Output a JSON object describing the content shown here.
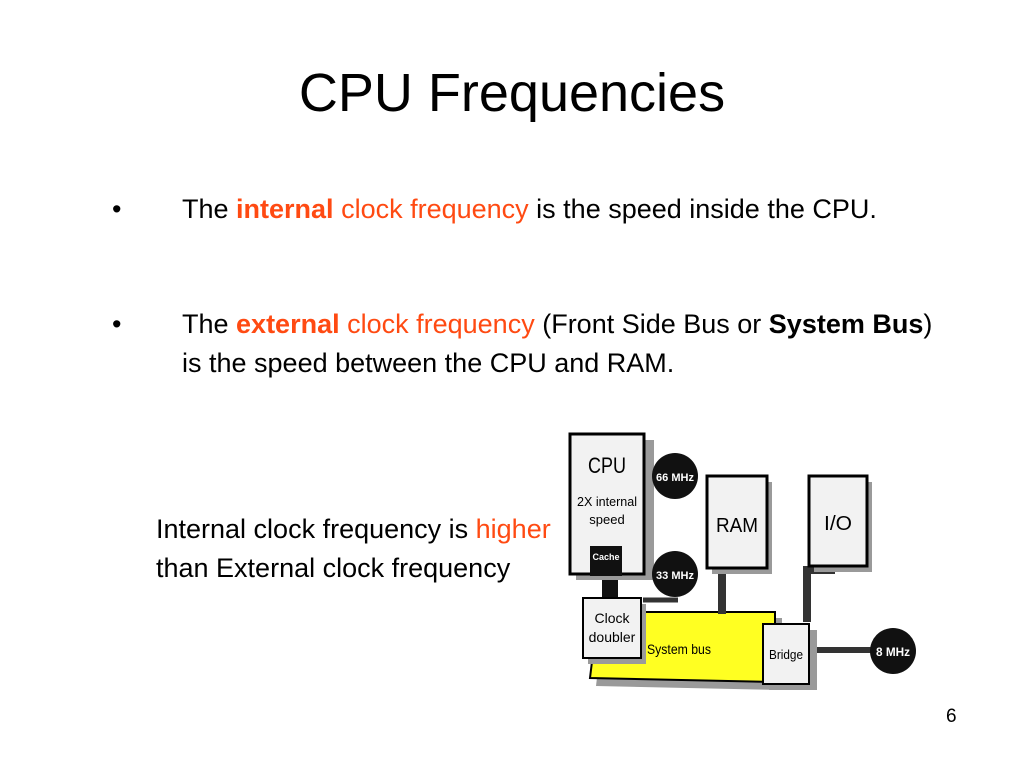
{
  "slide": {
    "title": "CPU Frequencies",
    "page_number": "6"
  },
  "bullets": [
    {
      "marker": "•",
      "pre": "The ",
      "bold_colored": "internal",
      "colored": "clock frequency",
      "post": " is the speed inside the CPU."
    },
    {
      "marker": "•",
      "pre": "The ",
      "bold_colored": "external",
      "colored": "clock frequency",
      "post_a": " (Front Side Bus or ",
      "bold": "System Bus",
      "post_b": ") is the speed between the CPU and RAM."
    }
  ],
  "note": {
    "pre": "Internal clock frequency is ",
    "highlight": "higher",
    "post": " than External clock frequency"
  },
  "diagram": {
    "cpu_label": "CPU",
    "cpu_sub_line1": "2X internal",
    "cpu_sub_line2": "speed",
    "cache_label": "Cache",
    "ram_label": "RAM",
    "io_label": "I/O",
    "clock_doubler_line1": "Clock",
    "clock_doubler_line2": "doubler",
    "system_bus_label": "System bus",
    "bridge_label": "Bridge",
    "freq_66": "66 MHz",
    "freq_33": "33 MHz",
    "freq_8": "8 MHz"
  },
  "colors": {
    "accent": "#ff4a12",
    "bus_yellow": "#ffff22",
    "box_fill": "#f2f2f2",
    "shadow": "#9a9a9a"
  }
}
